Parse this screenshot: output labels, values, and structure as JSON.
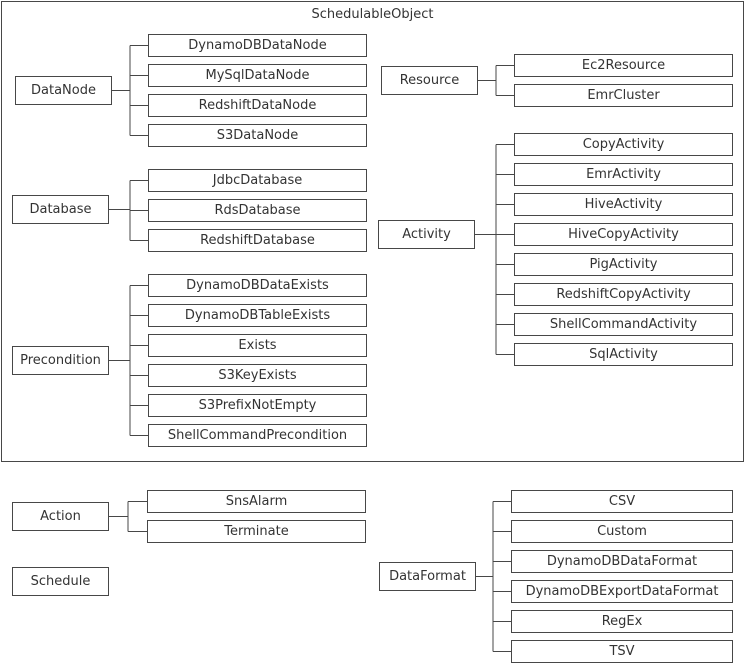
{
  "diagram": {
    "title": "SchedulableObject",
    "colors": {
      "border": "#474747",
      "text": "#333333",
      "background": "#ffffff"
    },
    "groups": [
      {
        "parent": "DataNode",
        "children": [
          "DynamoDBDataNode",
          "MySqlDataNode",
          "RedshiftDataNode",
          "S3DataNode"
        ]
      },
      {
        "parent": "Database",
        "children": [
          "JdbcDatabase",
          "RdsDatabase",
          "RedshiftDatabase"
        ]
      },
      {
        "parent": "Precondition",
        "children": [
          "DynamoDBDataExists",
          "DynamoDBTableExists",
          "Exists",
          "S3KeyExists",
          "S3PrefixNotEmpty",
          "ShellCommandPrecondition"
        ]
      },
      {
        "parent": "Resource",
        "children": [
          "Ec2Resource",
          "EmrCluster"
        ]
      },
      {
        "parent": "Activity",
        "children": [
          "CopyActivity",
          "EmrActivity",
          "HiveActivity",
          "HiveCopyActivity",
          "PigActivity",
          "RedshiftCopyActivity",
          "ShellCommandActivity",
          "SqlActivity"
        ]
      },
      {
        "parent": "Action",
        "children": [
          "SnsAlarm",
          "Terminate"
        ]
      },
      {
        "parent": "Schedule",
        "children": []
      },
      {
        "parent": "DataFormat",
        "children": [
          "CSV",
          "Custom",
          "DynamoDBDataFormat",
          "DynamoDBExportDataFormat",
          "RegEx",
          "TSV"
        ]
      }
    ]
  }
}
